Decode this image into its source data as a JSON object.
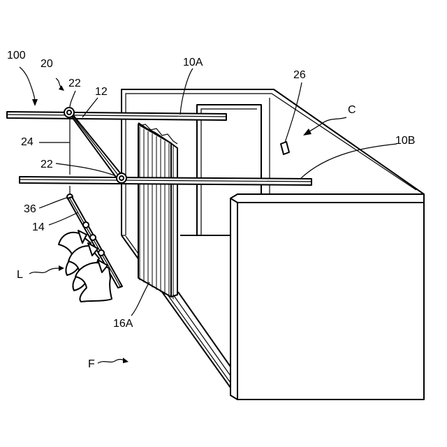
{
  "labels": {
    "system": "100",
    "rail_assembly": "20",
    "roller_top": "22",
    "roller_bottom": "22",
    "arm": "12",
    "rail_upper": "10A",
    "sensor": "26",
    "chamber": "C",
    "rail_lower": "10B",
    "wire": "24",
    "hook": "36",
    "hanger_rod": "14",
    "laundry": "L",
    "panel": "16A",
    "floor": "F"
  }
}
